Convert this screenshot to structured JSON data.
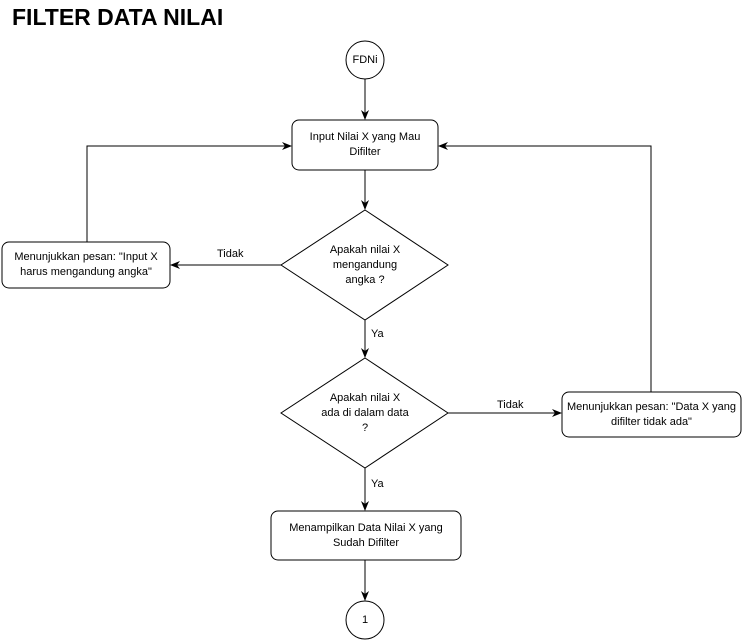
{
  "title": "FILTER DATA NILAI",
  "nodes": {
    "start": "FDNi",
    "input": "Input Nilai X yang Mau Difilter",
    "decision_numeric": "Apakah nilai X mengandung angka ?",
    "msg_numeric": "Menunjukkan pesan: \"Input X harus mengandung angka\"",
    "decision_exists": "Apakah nilai X ada di dalam data ?",
    "msg_exists": "Menunjukkan pesan: \"Data X yang difilter tidak ada\"",
    "display": "Menampilkan Data Nilai X yang Sudah Difilter",
    "end": "1"
  },
  "edges": {
    "no_numeric": "Tidak",
    "yes_numeric": "Ya",
    "no_exists": "Tidak",
    "yes_exists": "Ya"
  }
}
